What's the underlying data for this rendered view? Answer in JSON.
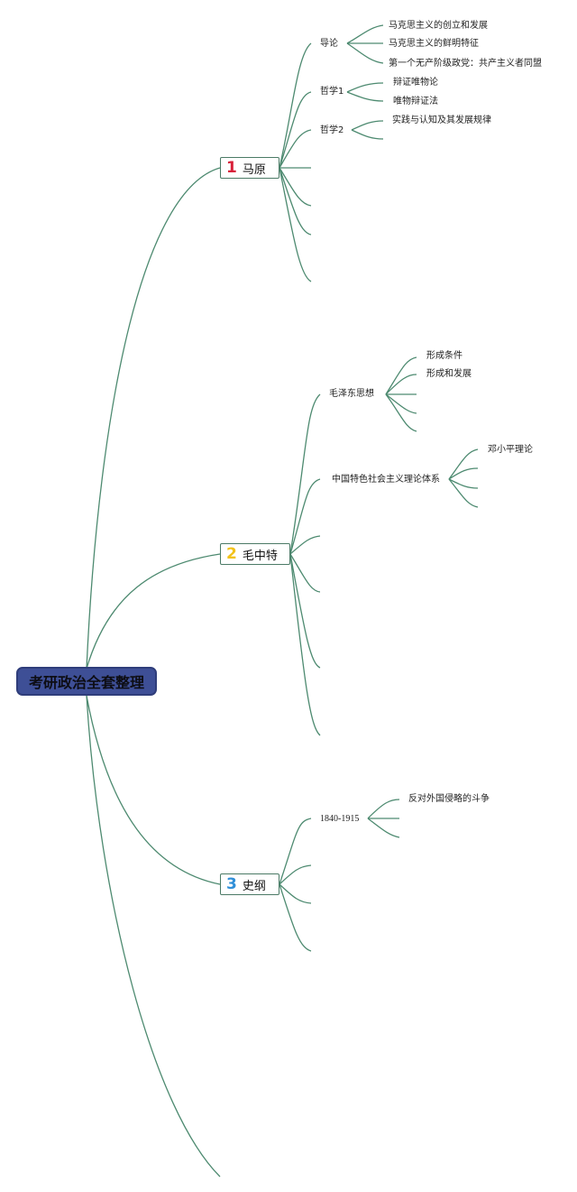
{
  "root": {
    "title": "考研政治全套整理"
  },
  "branches": [
    {
      "number": "1",
      "label": "马原",
      "number_color": "#d8213a",
      "children": [
        {
          "label": "导论",
          "children": [
            "马克思主义的创立和发展",
            "马克思主义的鲜明特征",
            "第一个无产阶级政党：共产主义者同盟"
          ]
        },
        {
          "label": "哲学1",
          "children": [
            "辩证唯物论",
            "唯物辩证法"
          ]
        },
        {
          "label": "哲学2",
          "children": [
            "实践与认知及其发展规律"
          ]
        }
      ]
    },
    {
      "number": "2",
      "label": "毛中特",
      "number_color": "#f2c21b",
      "children": [
        {
          "label": "毛泽东思想",
          "children": [
            "形成条件",
            "形成和发展"
          ]
        },
        {
          "label": "中国特色社会主义理论体系",
          "children": [
            "邓小平理论"
          ]
        }
      ]
    },
    {
      "number": "3",
      "label": "史纲",
      "number_color": "#2f8fd8",
      "children": [
        {
          "label": "1840-1915",
          "children": [
            "反对外国侵略的斗争"
          ]
        }
      ]
    }
  ],
  "colors": {
    "line": "#4d8a70",
    "root_bg": "#3e4f96"
  }
}
